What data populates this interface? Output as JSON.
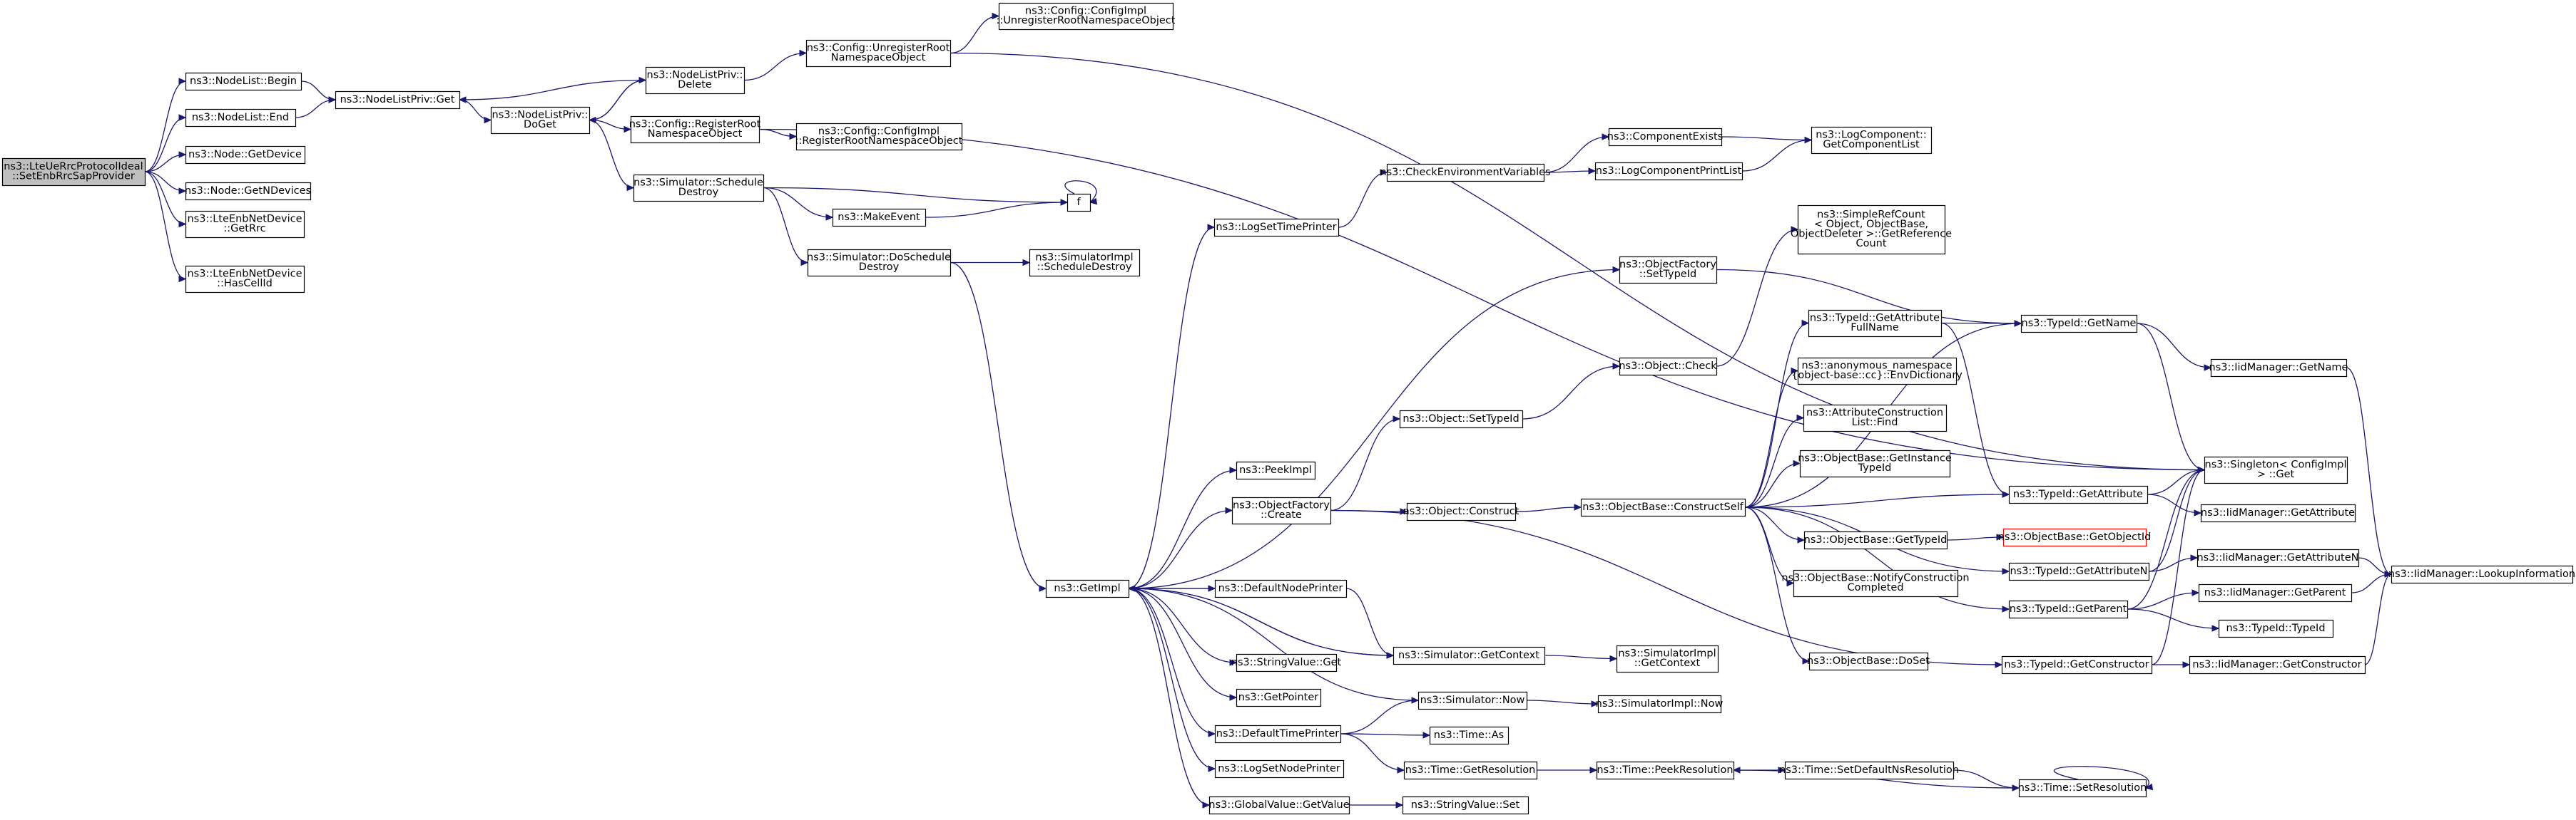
{
  "nodes": [
    {
      "id": "root",
      "lines": [
        "ns3::LteUeRrcProtocolIdeal",
        "::SetEnbRrcSapProvider"
      ],
      "root": true
    },
    {
      "id": "nl_begin",
      "lines": [
        "ns3::NodeList::Begin"
      ]
    },
    {
      "id": "nl_end",
      "lines": [
        "ns3::NodeList::End"
      ]
    },
    {
      "id": "node_getdevice",
      "lines": [
        "ns3::Node::GetDevice"
      ]
    },
    {
      "id": "node_getn",
      "lines": [
        "ns3::Node::GetNDevices"
      ]
    },
    {
      "id": "enb_getrrc",
      "lines": [
        "ns3::LteEnbNetDevice",
        "::GetRrc"
      ]
    },
    {
      "id": "enb_hascell",
      "lines": [
        "ns3::LteEnbNetDevice",
        "::HasCellId"
      ]
    },
    {
      "id": "nlp_get",
      "lines": [
        "ns3::NodeListPriv::Get"
      ]
    },
    {
      "id": "nlp_doget",
      "lines": [
        "ns3::NodeListPriv::",
        "DoGet"
      ]
    },
    {
      "id": "nlp_delete",
      "lines": [
        "ns3::NodeListPriv::",
        "Delete"
      ]
    },
    {
      "id": "cfg_unreg",
      "lines": [
        "ns3::Config::UnregisterRoot",
        "NamespaceObject"
      ]
    },
    {
      "id": "cfgimpl_unreg",
      "lines": [
        "ns3::Config::ConfigImpl",
        "::UnregisterRootNamespaceObject"
      ]
    },
    {
      "id": "cfg_reg",
      "lines": [
        "ns3::Config::RegisterRoot",
        "NamespaceObject"
      ]
    },
    {
      "id": "cfgimpl_reg",
      "lines": [
        "ns3::Config::ConfigImpl",
        "::RegisterRootNamespaceObject"
      ]
    },
    {
      "id": "sim_sched_destroy",
      "lines": [
        "ns3::Simulator::Schedule",
        "Destroy"
      ]
    },
    {
      "id": "f",
      "lines": [
        "f"
      ]
    },
    {
      "id": "makeevent",
      "lines": [
        "ns3::MakeEvent"
      ]
    },
    {
      "id": "sim_dosched",
      "lines": [
        "ns3::Simulator::DoSchedule",
        "Destroy"
      ]
    },
    {
      "id": "simimpl_sched",
      "lines": [
        "ns3::SimulatorImpl",
        "::ScheduleDestroy"
      ]
    },
    {
      "id": "getimpl",
      "lines": [
        "ns3::GetImpl"
      ]
    },
    {
      "id": "logsettime",
      "lines": [
        "ns3::LogSetTimePrinter"
      ]
    },
    {
      "id": "checkenv",
      "lines": [
        "ns3::CheckEnvironmentVariables"
      ]
    },
    {
      "id": "compexists",
      "lines": [
        "ns3::ComponentExists"
      ]
    },
    {
      "id": "logcompprint",
      "lines": [
        "ns3::LogComponentPrintList"
      ]
    },
    {
      "id": "logcomp_get",
      "lines": [
        "ns3::LogComponent::",
        "GetComponentList"
      ]
    },
    {
      "id": "peekimpl",
      "lines": [
        "ns3::PeekImpl"
      ]
    },
    {
      "id": "objfac_create",
      "lines": [
        "ns3::ObjectFactory",
        "::Create"
      ]
    },
    {
      "id": "obj_settypeid",
      "lines": [
        "ns3::Object::SetTypeId"
      ]
    },
    {
      "id": "obj_construct",
      "lines": [
        "ns3::Object::Construct"
      ]
    },
    {
      "id": "objfac_settypeid",
      "lines": [
        "ns3::ObjectFactory",
        "::SetTypeId"
      ]
    },
    {
      "id": "obj_check",
      "lines": [
        "ns3::Object::Check"
      ]
    },
    {
      "id": "simplerefcount",
      "lines": [
        "ns3::SimpleRefCount",
        "< Object, ObjectBase,",
        "ObjectDeleter >::GetReference",
        "Count"
      ]
    },
    {
      "id": "objbase_construct",
      "lines": [
        "ns3::ObjectBase::ConstructSelf"
      ]
    },
    {
      "id": "typeid_getattrfull",
      "lines": [
        "ns3::TypeId::GetAttribute",
        "FullName"
      ]
    },
    {
      "id": "anon_envdict",
      "lines": [
        "ns3::anonymous_namespace",
        "{object-base::cc}::EnvDictionary"
      ]
    },
    {
      "id": "attrconstr_find",
      "lines": [
        "ns3::AttributeConstruction",
        "List::Find"
      ]
    },
    {
      "id": "objbase_getinst",
      "lines": [
        "ns3::ObjectBase::GetInstance",
        "TypeId"
      ]
    },
    {
      "id": "objbase_gettypeid",
      "lines": [
        "ns3::ObjectBase::GetTypeId"
      ]
    },
    {
      "id": "objbase_getobjectid",
      "lines": [
        "ns3::ObjectBase::GetObjectId"
      ],
      "red": true
    },
    {
      "id": "objbase_notify",
      "lines": [
        "ns3::ObjectBase::NotifyConstruction",
        "Completed"
      ]
    },
    {
      "id": "objbase_doset",
      "lines": [
        "ns3::ObjectBase::DoSet"
      ]
    },
    {
      "id": "typeid_getname",
      "lines": [
        "ns3::TypeId::GetName"
      ]
    },
    {
      "id": "iidmgr_getname",
      "lines": [
        "ns3::IidManager::GetName"
      ]
    },
    {
      "id": "singleton_get",
      "lines": [
        "ns3::Singleton< ConfigImpl",
        "> ::Get"
      ]
    },
    {
      "id": "typeid_getattr",
      "lines": [
        "ns3::TypeId::GetAttribute"
      ]
    },
    {
      "id": "iidmgr_getattr",
      "lines": [
        "ns3::IidManager::GetAttribute"
      ]
    },
    {
      "id": "typeid_getattrn",
      "lines": [
        "ns3::TypeId::GetAttributeN"
      ]
    },
    {
      "id": "iidmgr_getattrn",
      "lines": [
        "ns3::IidManager::GetAttributeN"
      ]
    },
    {
      "id": "iidmgr_lookup",
      "lines": [
        "ns3::IidManager::LookupInformation"
      ]
    },
    {
      "id": "typeid_getparent",
      "lines": [
        "ns3::TypeId::GetParent"
      ]
    },
    {
      "id": "iidmgr_getparent",
      "lines": [
        "ns3::IidManager::GetParent"
      ]
    },
    {
      "id": "typeid_typeid",
      "lines": [
        "ns3::TypeId::TypeId"
      ]
    },
    {
      "id": "typeid_getconstr",
      "lines": [
        "ns3::TypeId::GetConstructor"
      ]
    },
    {
      "id": "iidmgr_getconstr",
      "lines": [
        "ns3::IidManager::GetConstructor"
      ]
    },
    {
      "id": "defnodeprinter",
      "lines": [
        "ns3::DefaultNodePrinter"
      ]
    },
    {
      "id": "sim_getcontext",
      "lines": [
        "ns3::Simulator::GetContext"
      ]
    },
    {
      "id": "simimpl_getcontext",
      "lines": [
        "ns3::SimulatorImpl",
        "::GetContext"
      ]
    },
    {
      "id": "stringvalue_get",
      "lines": [
        "ns3::StringValue::Get"
      ]
    },
    {
      "id": "getpointer",
      "lines": [
        "ns3::GetPointer"
      ]
    },
    {
      "id": "deftimeprinter",
      "lines": [
        "ns3::DefaultTimePrinter"
      ]
    },
    {
      "id": "sim_now",
      "lines": [
        "ns3::Simulator::Now"
      ]
    },
    {
      "id": "simimpl_now",
      "lines": [
        "ns3::SimulatorImpl::Now"
      ]
    },
    {
      "id": "time_as",
      "lines": [
        "ns3::Time::As"
      ]
    },
    {
      "id": "time_getres",
      "lines": [
        "ns3::Time::GetResolution"
      ]
    },
    {
      "id": "time_peekres",
      "lines": [
        "ns3::Time::PeekResolution"
      ]
    },
    {
      "id": "time_setdefns",
      "lines": [
        "ns3::Time::SetDefaultNsResolution"
      ]
    },
    {
      "id": "time_setres",
      "lines": [
        "ns3::Time::SetResolution"
      ]
    },
    {
      "id": "logsetnode",
      "lines": [
        "ns3::LogSetNodePrinter"
      ]
    },
    {
      "id": "globalvalue_get",
      "lines": [
        "ns3::GlobalValue::GetValue"
      ]
    },
    {
      "id": "stringvalue_set",
      "lines": [
        "ns3::StringValue::Set"
      ]
    }
  ],
  "edges": [
    [
      "root",
      "nl_begin"
    ],
    [
      "root",
      "nl_end"
    ],
    [
      "root",
      "node_getdevice"
    ],
    [
      "root",
      "node_getn"
    ],
    [
      "root",
      "enb_getrrc"
    ],
    [
      "root",
      "enb_hascell"
    ],
    [
      "nl_begin",
      "nlp_get"
    ],
    [
      "nl_end",
      "nlp_get"
    ],
    [
      "nlp_get",
      "nlp_doget"
    ],
    [
      "nlp_doget",
      "nlp_delete"
    ],
    [
      "nlp_doget",
      "cfg_reg"
    ],
    [
      "nlp_doget",
      "sim_sched_destroy"
    ],
    [
      "nlp_delete",
      "nlp_get"
    ],
    [
      "nlp_delete",
      "nlp_doget"
    ],
    [
      "nlp_delete",
      "cfg_unreg"
    ],
    [
      "cfg_unreg",
      "cfgimpl_unreg"
    ],
    [
      "cfg_unreg",
      "singleton_get"
    ],
    [
      "cfg_reg",
      "cfgimpl_reg"
    ],
    [
      "cfg_reg",
      "singleton_get"
    ],
    [
      "sim_sched_destroy",
      "f"
    ],
    [
      "sim_sched_destroy",
      "makeevent"
    ],
    [
      "sim_sched_destroy",
      "sim_dosched"
    ],
    [
      "makeevent",
      "f"
    ],
    [
      "f",
      "f"
    ],
    [
      "sim_dosched",
      "simimpl_sched"
    ],
    [
      "sim_dosched",
      "getimpl"
    ],
    [
      "getimpl",
      "logsettime"
    ],
    [
      "getimpl",
      "objfac_settypeid"
    ],
    [
      "getimpl",
      "peekimpl"
    ],
    [
      "getimpl",
      "objfac_create"
    ],
    [
      "getimpl",
      "defnodeprinter"
    ],
    [
      "getimpl",
      "sim_getcontext"
    ],
    [
      "getimpl",
      "stringvalue_get"
    ],
    [
      "getimpl",
      "getpointer"
    ],
    [
      "getimpl",
      "deftimeprinter"
    ],
    [
      "getimpl",
      "logsetnode"
    ],
    [
      "getimpl",
      "globalvalue_get"
    ],
    [
      "logsettime",
      "checkenv"
    ],
    [
      "checkenv",
      "compexists"
    ],
    [
      "checkenv",
      "logcompprint"
    ],
    [
      "compexists",
      "logcomp_get"
    ],
    [
      "logcompprint",
      "logcomp_get"
    ],
    [
      "objfac_settypeid",
      "typeid_getname"
    ],
    [
      "objfac_create",
      "obj_settypeid"
    ],
    [
      "objfac_create",
      "obj_construct"
    ],
    [
      "objfac_create",
      "typeid_getconstr"
    ],
    [
      "obj_settypeid",
      "obj_check"
    ],
    [
      "obj_check",
      "simplerefcount"
    ],
    [
      "obj_construct",
      "objbase_construct"
    ],
    [
      "objbase_construct",
      "typeid_getname"
    ],
    [
      "objbase_construct",
      "typeid_getattrfull"
    ],
    [
      "objbase_construct",
      "anon_envdict"
    ],
    [
      "objbase_construct",
      "attrconstr_find"
    ],
    [
      "objbase_construct",
      "objbase_getinst"
    ],
    [
      "objbase_construct",
      "typeid_getattr"
    ],
    [
      "objbase_construct",
      "objbase_gettypeid"
    ],
    [
      "objbase_construct",
      "objbase_notify"
    ],
    [
      "objbase_construct",
      "typeid_getattrn"
    ],
    [
      "objbase_construct",
      "objbase_doset"
    ],
    [
      "objbase_construct",
      "typeid_getparent"
    ],
    [
      "typeid_getattrfull",
      "typeid_getname"
    ],
    [
      "typeid_getattrfull",
      "typeid_getattr"
    ],
    [
      "objbase_gettypeid",
      "objbase_getobjectid"
    ],
    [
      "typeid_getname",
      "iidmgr_getname"
    ],
    [
      "typeid_getname",
      "singleton_get"
    ],
    [
      "iidmgr_getname",
      "iidmgr_lookup"
    ],
    [
      "typeid_getattr",
      "iidmgr_getattr"
    ],
    [
      "typeid_getattr",
      "singleton_get"
    ],
    [
      "typeid_getattrn",
      "iidmgr_getattrn"
    ],
    [
      "typeid_getattrn",
      "singleton_get"
    ],
    [
      "iidmgr_getattrn",
      "iidmgr_lookup"
    ],
    [
      "typeid_getparent",
      "iidmgr_getparent"
    ],
    [
      "typeid_getparent",
      "typeid_typeid"
    ],
    [
      "typeid_getparent",
      "singleton_get"
    ],
    [
      "iidmgr_getparent",
      "iidmgr_lookup"
    ],
    [
      "typeid_getconstr",
      "iidmgr_getconstr"
    ],
    [
      "typeid_getconstr",
      "singleton_get"
    ],
    [
      "iidmgr_getconstr",
      "iidmgr_lookup"
    ],
    [
      "defnodeprinter",
      "sim_getcontext"
    ],
    [
      "defnodeprinter",
      "getimpl"
    ],
    [
      "sim_getcontext",
      "simimpl_getcontext"
    ],
    [
      "sim_getcontext",
      "getimpl"
    ],
    [
      "deftimeprinter",
      "sim_now"
    ],
    [
      "deftimeprinter",
      "time_as"
    ],
    [
      "deftimeprinter",
      "time_getres"
    ],
    [
      "sim_now",
      "simimpl_now"
    ],
    [
      "sim_now",
      "getimpl"
    ],
    [
      "time_getres",
      "time_peekres"
    ],
    [
      "time_peekres",
      "time_setdefns"
    ],
    [
      "time_setdefns",
      "time_setres"
    ],
    [
      "time_setres",
      "time_peekres"
    ],
    [
      "time_setres",
      "time_setres"
    ],
    [
      "globalvalue_get",
      "stringvalue_set"
    ]
  ]
}
